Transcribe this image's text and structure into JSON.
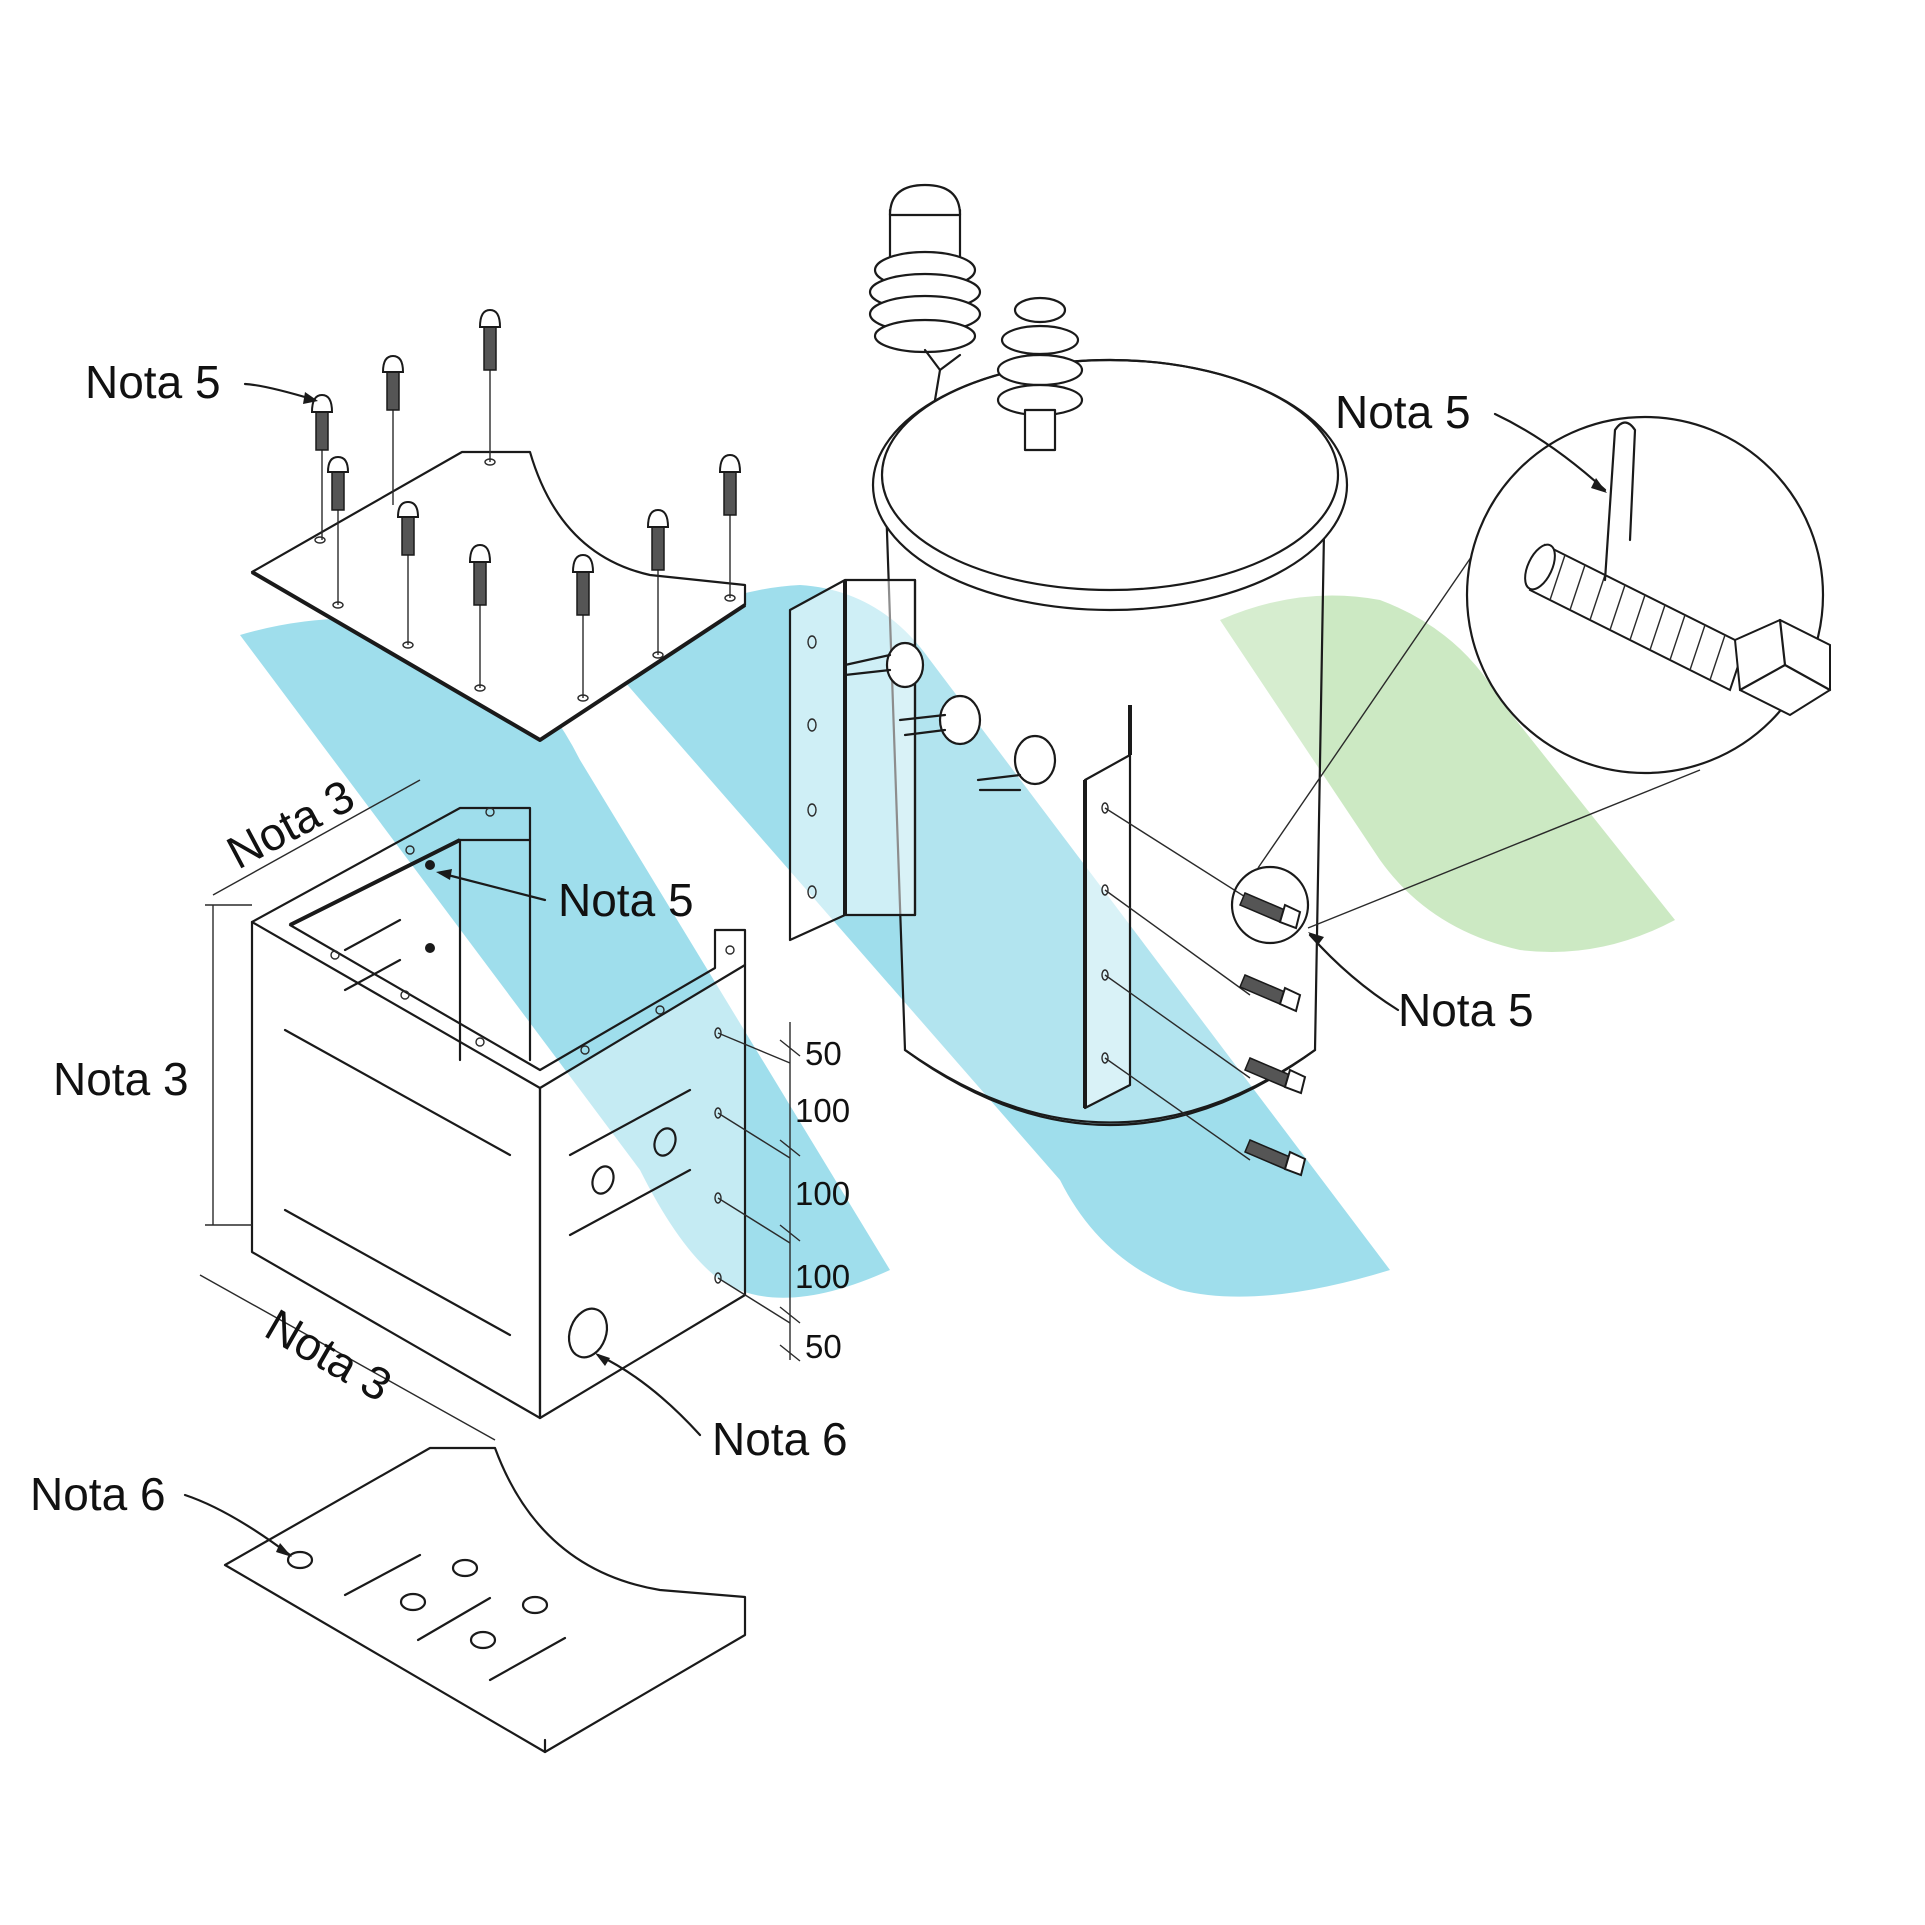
{
  "notes": {
    "top_left_bolts": "Nota 5",
    "inset_pin": "Nota 5",
    "box_inner": "Nota 5",
    "tank_bolt": "Nota 5",
    "box_width_top": "Nota 3",
    "box_height": "Nota 3",
    "box_width_bottom": "Nota 3",
    "box_hole": "Nota 6",
    "base_hole": "Nota 6"
  },
  "dimensions": [
    "50",
    "100",
    "100",
    "100",
    "50"
  ],
  "colors": {
    "watermark_blue": "#7fd3e6",
    "watermark_green": "#bfe3b4",
    "line": "#1a1a1a"
  }
}
